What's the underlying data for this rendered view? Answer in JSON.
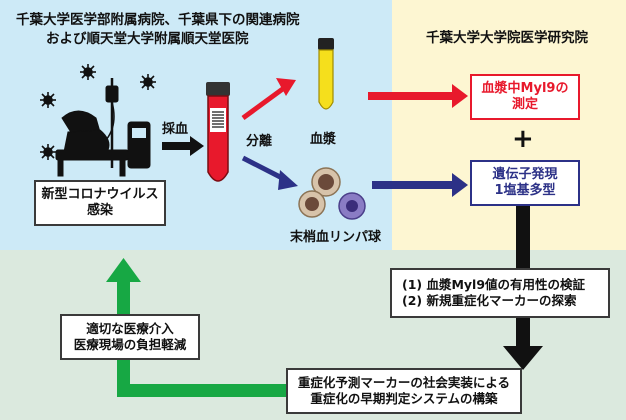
{
  "colors": {
    "hospital_bg": "#cdeaf7",
    "institute_bg": "#fdf6d2",
    "bottom_bg": "#dbe9de",
    "red": "#e8192c",
    "navy": "#2c3187",
    "green": "#17a844",
    "black": "#111111"
  },
  "hospital": {
    "line1": "千葉大学医学部附属病院、千葉県下の関連病院",
    "line2": "および順天堂大学附属順天堂医院"
  },
  "institute": {
    "title": "千葉大学大学院医学研究院"
  },
  "patient": {
    "label_line1": "新型コロナウイルス",
    "label_line2": "感染"
  },
  "labels": {
    "blood_draw": "採血",
    "separation": "分離",
    "plasma": "血漿",
    "lymphocytes": "末梢血リンパ球",
    "plus": "+"
  },
  "red_box": {
    "line1": "血漿中Myl9の",
    "line2": "測定"
  },
  "blue_box": {
    "line1": "遺伝子発現",
    "line2": "1塩基多型"
  },
  "analysis": {
    "line1": "(1) 血漿Myl9値の有用性の検証",
    "line2": "(2) 新規重症化マーカーの探索"
  },
  "implementation": {
    "line1": "重症化予測マーカーの社会実装による",
    "line2": "重症化の早期判定システムの構築"
  },
  "intervention": {
    "line1": "適切な医療介入",
    "line2": "医療現場の負担軽減"
  }
}
